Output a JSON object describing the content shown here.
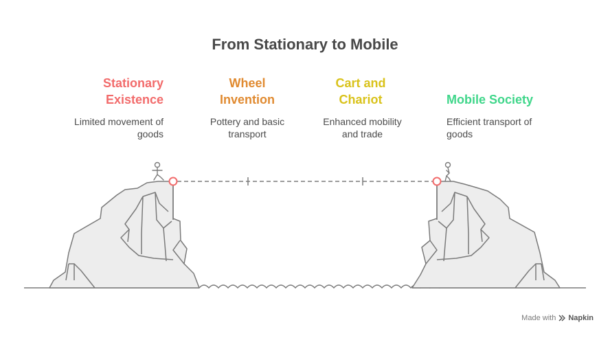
{
  "title": "From Stationary to Mobile",
  "stages": [
    {
      "title": "Stationary\nExistence",
      "desc": "Limited movement of\ngoods",
      "color": "#f26b6b"
    },
    {
      "title": "Wheel\nInvention",
      "desc": "Pottery and basic\ntransport",
      "color": "#e08a30"
    },
    {
      "title": "Cart and\nChariot",
      "desc": "Enhanced mobility\nand trade",
      "color": "#d9c21a"
    },
    {
      "title": "Mobile Society",
      "desc": "Efficient transport of\ngoods",
      "color": "#3fd68a"
    }
  ],
  "footer": {
    "made_with": "Made with",
    "brand": "Napkin"
  },
  "icons": {
    "left_person": "person-standing-icon",
    "right_person": "person-waiting-icon",
    "brand_logo": "napkin-logo-icon"
  }
}
